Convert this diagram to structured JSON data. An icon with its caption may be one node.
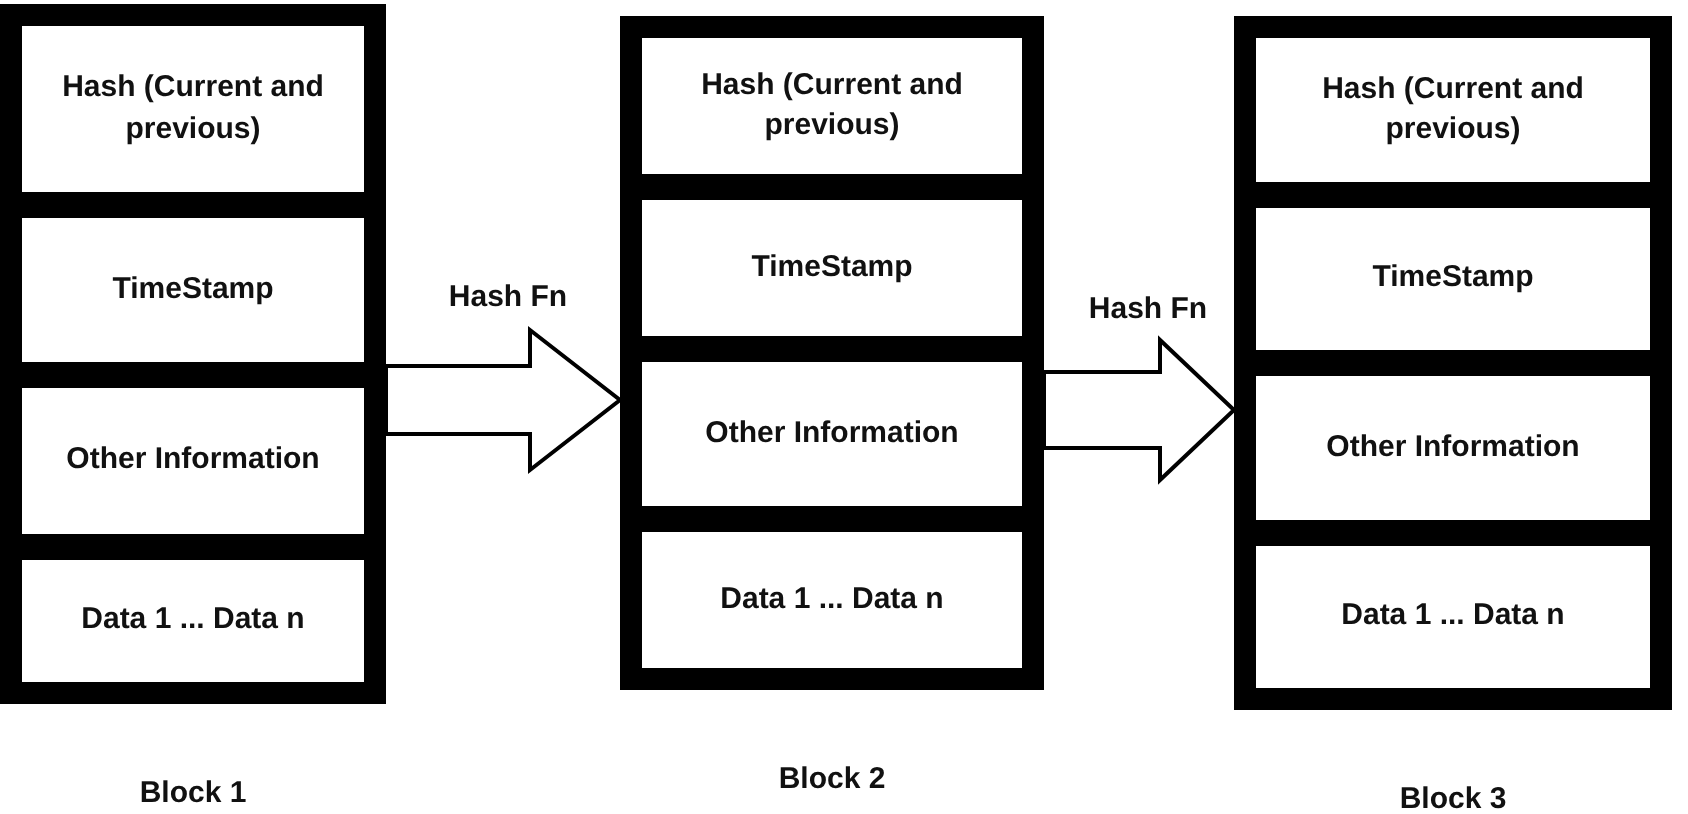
{
  "diagram": {
    "nodes": [
      {
        "text": [
          "Block 1"
        ]
      },
      {
        "text": [
          "Hash (Current and previous)"
        ],
        "in": 0
      },
      {
        "text": [
          "TimeStamp"
        ],
        "in": 0
      },
      {
        "text": [
          "Other Information"
        ],
        "in": 0
      },
      {
        "text": [
          "Data 1 ... Data n"
        ],
        "in": 0
      },
      {
        "text": [
          "Block 2"
        ]
      },
      {
        "text": [
          "Hash (Current and previous)"
        ],
        "in": 5
      },
      {
        "text": [
          "TimeStamp"
        ],
        "in": 5
      },
      {
        "text": [
          "Other Information"
        ],
        "in": 5
      },
      {
        "text": [
          "Data 1 ... Data n"
        ],
        "in": 5
      },
      {
        "text": [
          "Block 3"
        ]
      },
      {
        "text": [
          "Hash (Current and previous)"
        ],
        "in": 10
      },
      {
        "text": [
          "TimeStamp"
        ],
        "in": 10
      },
      {
        "text": [
          "Other Information"
        ],
        "in": 10
      },
      {
        "text": [
          "Data 1 ... Data n"
        ],
        "in": 10
      }
    ],
    "edges": [
      {
        "from": 0,
        "to": 5,
        "arrow": "to",
        "label": "Hash Fn"
      },
      {
        "from": 5,
        "to": 10,
        "arrow": "to",
        "label": "Hash Fn"
      }
    ]
  }
}
